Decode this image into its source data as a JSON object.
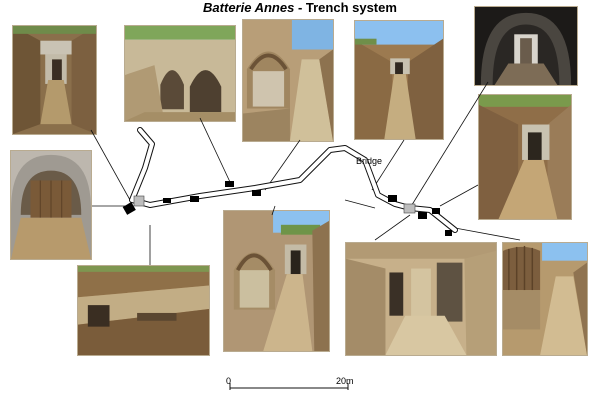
{
  "title": {
    "italic": "Batterie Annes",
    "rest": " - Trench system"
  },
  "map": {
    "bridge_label": "Bridge"
  },
  "scale": {
    "start_label": "0",
    "end_label": "20m"
  },
  "photos": [
    {
      "id": "p1",
      "subject": "earthen trench with concrete shelter entrance"
    },
    {
      "id": "p2",
      "subject": "concrete casemate with arched openings"
    },
    {
      "id": "p3",
      "subject": "arched corrugated entrance in trench"
    },
    {
      "id": "p4",
      "subject": "long trench with concrete entrance at end"
    },
    {
      "id": "p5",
      "subject": "corrugated tunnel interior with doorway"
    },
    {
      "id": "p6",
      "subject": "corrugated tunnel with wooden door"
    },
    {
      "id": "p7",
      "subject": "trench with concrete shelter at end"
    },
    {
      "id": "p8",
      "subject": "trench edge seen from above"
    },
    {
      "id": "p9",
      "subject": "trench with arched opening and passage"
    },
    {
      "id": "p10",
      "subject": "concrete passage with doorways"
    },
    {
      "id": "p11",
      "subject": "trench with corrugated shelter"
    }
  ]
}
